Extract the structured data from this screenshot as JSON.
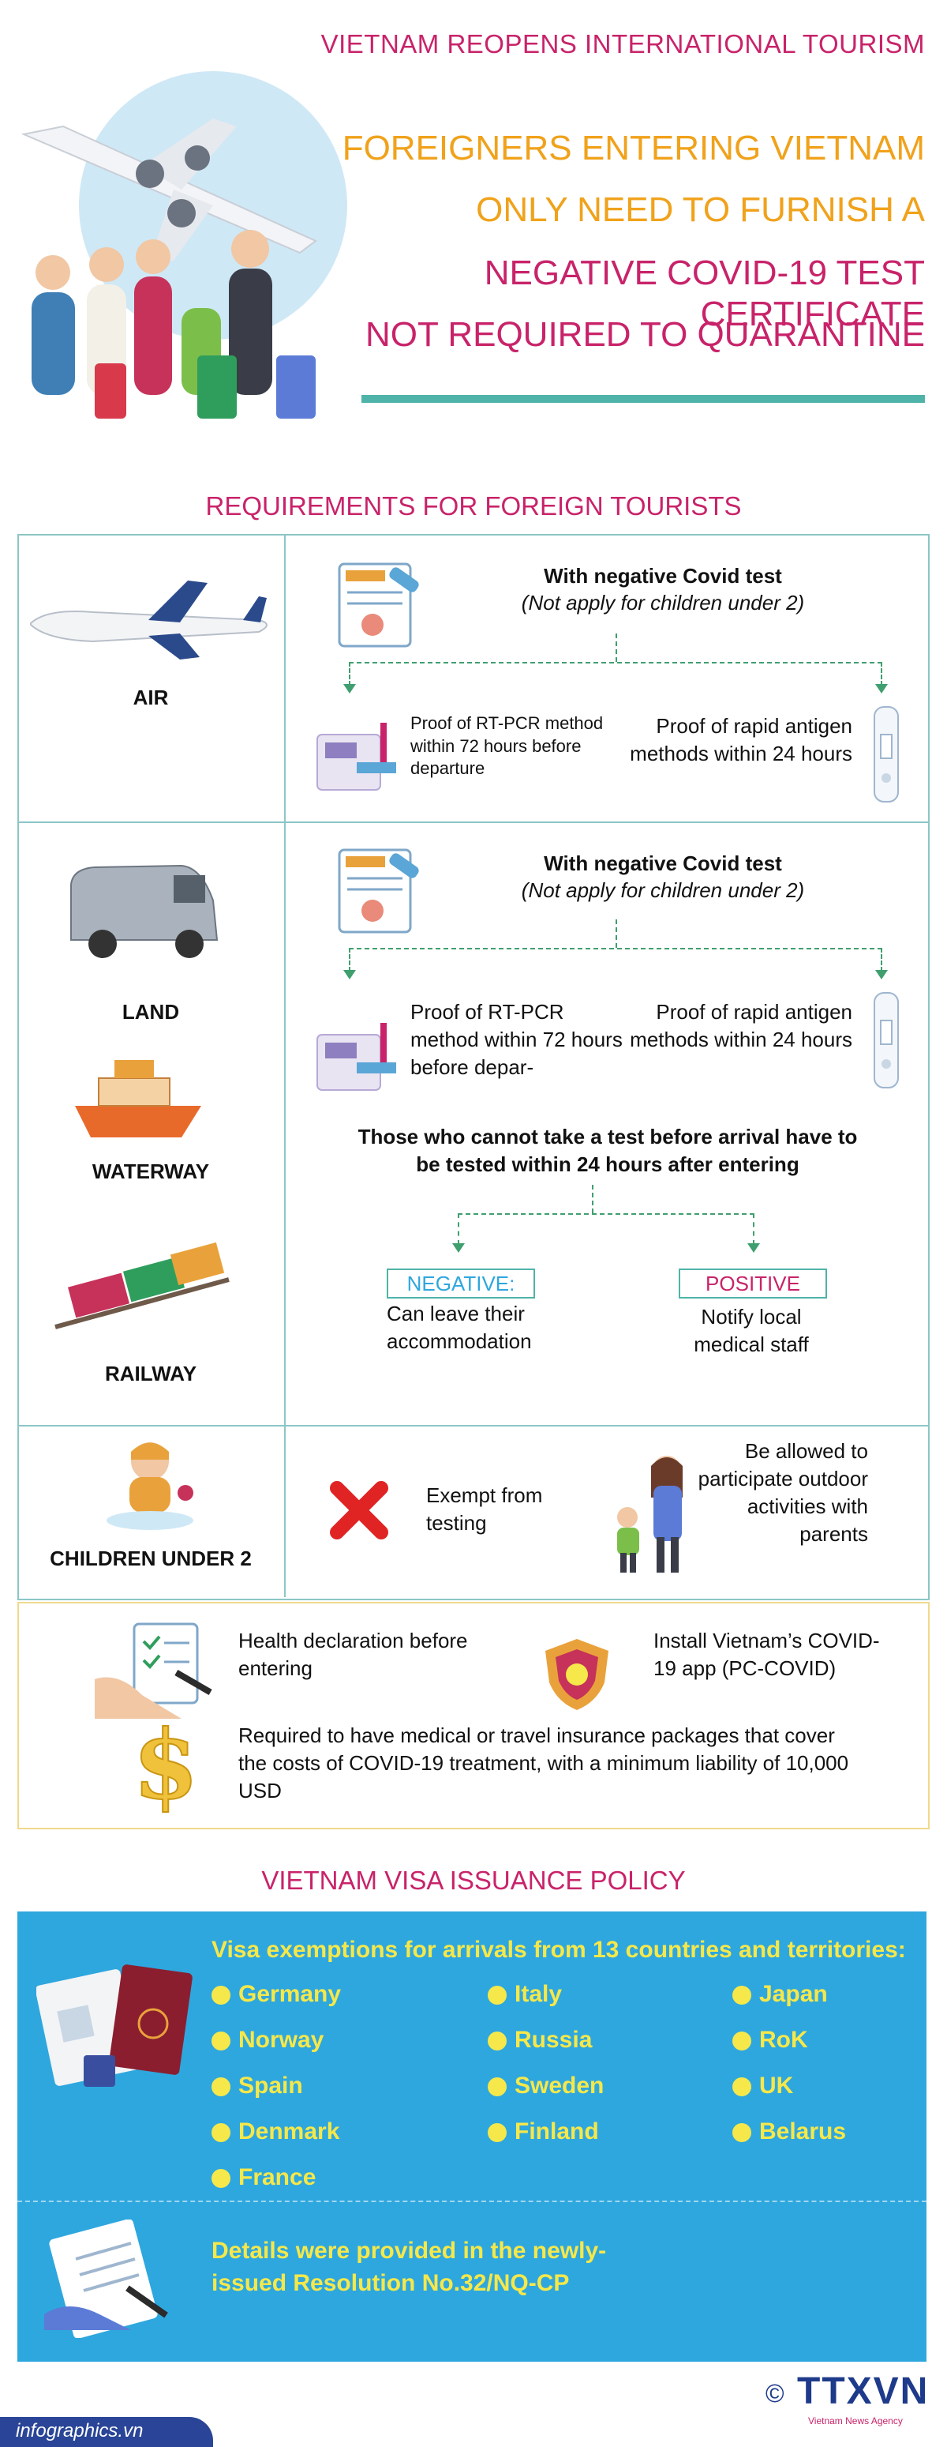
{
  "header": {
    "top_title": "VIETNAM REOPENS INTERNATIONAL TOURISM",
    "lines": [
      "FOREIGNERS ENTERING VIETNAM",
      "ONLY NEED TO FURNISH A",
      "NEGATIVE COVID-19 TEST CERTIFICATE",
      "NOT REQUIRED TO QUARANTINE"
    ]
  },
  "requirements": {
    "title": "REQUIREMENTS FOR FOREIGN TOURISTS",
    "air": {
      "label": "AIR",
      "test_title": "With negative Covid test",
      "test_note": "(Not apply for children under 2)",
      "rtpcr": "Proof of RT-PCR method within 72 hours before departure",
      "antigen": "Proof of rapid antigen methods within 24 hours"
    },
    "land": {
      "labels": [
        "LAND",
        "WATERWAY",
        "RAILWAY"
      ],
      "test_title": "With negative Covid test",
      "test_note": "(Not apply for children under 2)",
      "rtpcr": "Proof of RT-PCR method within 72 hours before depar-",
      "antigen": "Proof of rapid antigen methods within 24 hours",
      "no_test": "Those who cannot take a test before arrival have to be tested within 24 hours after entering",
      "negative_tag": "NEGATIVE:",
      "negative_text": "Can leave their accommodation",
      "positive_tag": "POSITIVE",
      "positive_text": "Notify local medical staff"
    },
    "children": {
      "label": "CHILDREN UNDER 2",
      "exempt": "Exempt from testing",
      "allowed": "Be allowed to participate outdoor activities with parents"
    },
    "extra": {
      "health": "Health declaration before entering",
      "app": "Install Vietnam’s COVID-19 app (PC-COVID)",
      "insurance": "Required to have medical or travel insurance packages that cover the costs of COVID-19 treatment, with a minimum liability of 10,000 USD"
    }
  },
  "visa": {
    "title": "VIETNAM VISA ISSUANCE POLICY",
    "exemption_title": "Visa exemptions for arrivals from 13 countries and territories:",
    "countries": [
      "Germany",
      "Italy",
      "Japan",
      "Norway",
      "Russia",
      "RoK",
      "Spain",
      "Sweden",
      "UK",
      "Denmark",
      "Finland",
      "Belarus",
      "France"
    ],
    "details": "Details were provided in the newly-issued Resolution No.32/NQ-CP"
  },
  "footer": {
    "site": "infographics.vn",
    "copyright": "©",
    "agency": "TTXVN",
    "agency_sub": "Vietnam News Agency"
  },
  "colors": {
    "pink": "#c8236a",
    "orange": "#f0a21b",
    "teal": "#4fb3a9",
    "blue": "#2ea7de",
    "yellow": "#f6e84a"
  }
}
